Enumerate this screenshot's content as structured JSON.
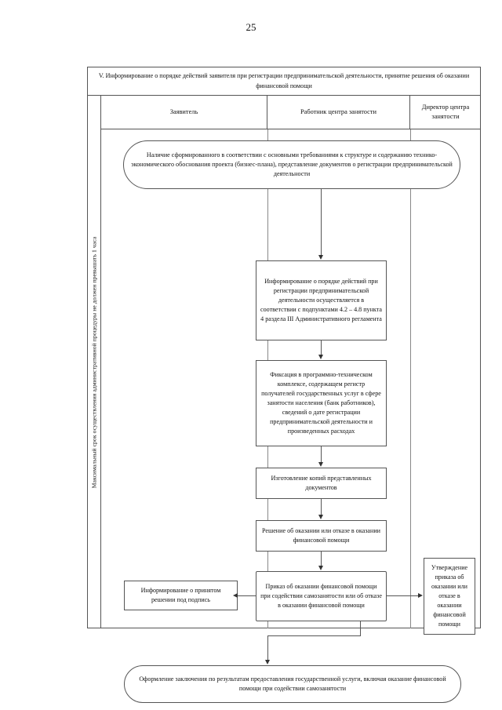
{
  "document": {
    "page_number": "25"
  },
  "section": {
    "title": "V. Информирование о порядке действий заявителя при регистрации предпринимательской деятельности, принятие решения об оказании финансовой помощи"
  },
  "side_label": {
    "text": "Максимальный срок осуществления административной процедуры не должен превышать 1 часа"
  },
  "columns": [
    {
      "label": "Заявитель"
    },
    {
      "label": "Работник центра занятости"
    },
    {
      "label": "Директор центра занятости"
    }
  ],
  "nodes": [
    {
      "id": "start",
      "shape": "rounded",
      "column": "all",
      "text": "Наличие сформированного в соответствии с основными требованиями к структуре и содержанию технико-экономического обоснования проекта (бизнес-плана), представление документов о регистрации предпринимательской деятельности"
    },
    {
      "id": "informing-order",
      "shape": "rect",
      "column": "Работник центра занятости",
      "text": "Информирование о порядке действий при регистрации предпринимательской деятельности осуществляется в соответствии  с подпунктами  4.2 – 4.8 пункта 4 раздела III  Административного регламента"
    },
    {
      "id": "fixation",
      "shape": "rect",
      "column": "Работник центра занятости",
      "text": "Фиксация в программно-техническом комплексе, содержащем регистр получателей государственных услуг в сфере занятости населения (банк работников), сведений о дате регистрации предпринимательской деятельности и произведенных расходах"
    },
    {
      "id": "copies",
      "shape": "rect",
      "column": "Работник центра занятости",
      "text": "Изготовление копий представленных документов"
    },
    {
      "id": "decision",
      "shape": "rect",
      "column": "Работник центра занятости",
      "text": "Решение об оказании или отказе в оказании финансовой помощи"
    },
    {
      "id": "order-issue",
      "shape": "bracket",
      "column": "Работник центра занятости",
      "text": "Приказ об оказании финансовой помощи при содействии самозанятости  или об отказе в оказании финансовой помощи"
    },
    {
      "id": "inform-applicant",
      "shape": "rect",
      "column": "Заявитель",
      "text": "Информирование о принятом решении под подпись"
    },
    {
      "id": "approval",
      "shape": "rect",
      "column": "Директор центра занятости",
      "text": "Утверждение приказа об оказании или отказе в оказании финансовой помощи"
    },
    {
      "id": "conclusion",
      "shape": "rounded",
      "column": "all",
      "text": "Оформление заключения по результатам предоставления государственной услуги, включая оказание финансовой помощи при содействии самозанятости"
    }
  ]
}
